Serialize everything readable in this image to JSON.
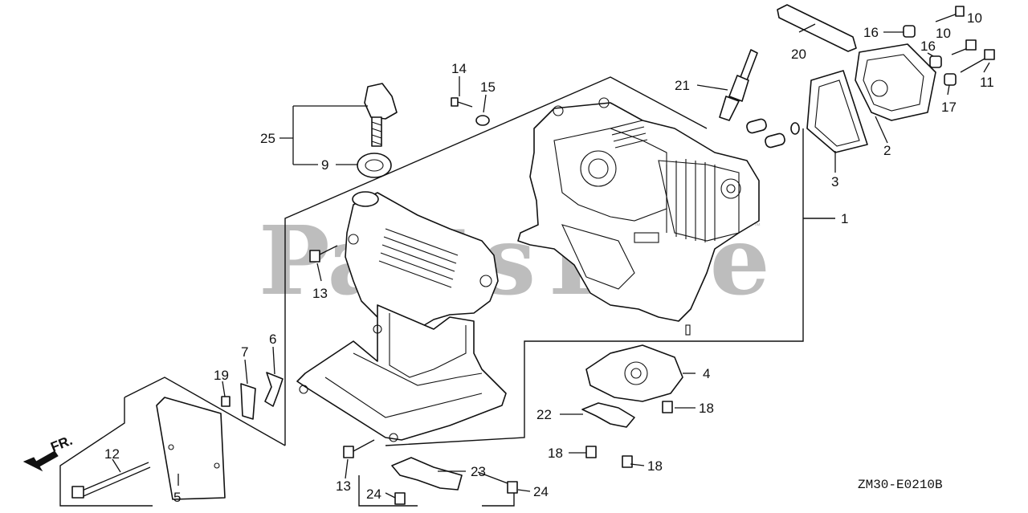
{
  "watermark": {
    "text": "PartsTree",
    "trademark": "™"
  },
  "diagram_code": "ZM30-E0210B",
  "direction_label": "FR.",
  "callouts": [
    "1",
    "2",
    "3",
    "4",
    "5",
    "6",
    "7",
    "9",
    "10",
    "10",
    "11",
    "12",
    "13",
    "13",
    "14",
    "15",
    "16",
    "16",
    "17",
    "18",
    "18",
    "18",
    "19",
    "20",
    "21",
    "22",
    "23",
    "24",
    "24",
    "25"
  ]
}
